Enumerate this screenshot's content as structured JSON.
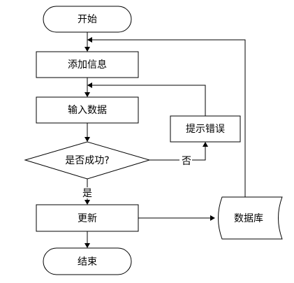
{
  "diagram": {
    "nodes": {
      "start": "开始",
      "add_info": "添加信息",
      "input_data": "输入数据",
      "show_error": "提示错误",
      "decision": "是否成功?",
      "update": "更新",
      "database": "数据库",
      "end": "结束"
    },
    "edges": {
      "yes": "是",
      "no": "否"
    },
    "colors": {
      "stroke": "#000000",
      "fill": "#ffffff"
    }
  }
}
